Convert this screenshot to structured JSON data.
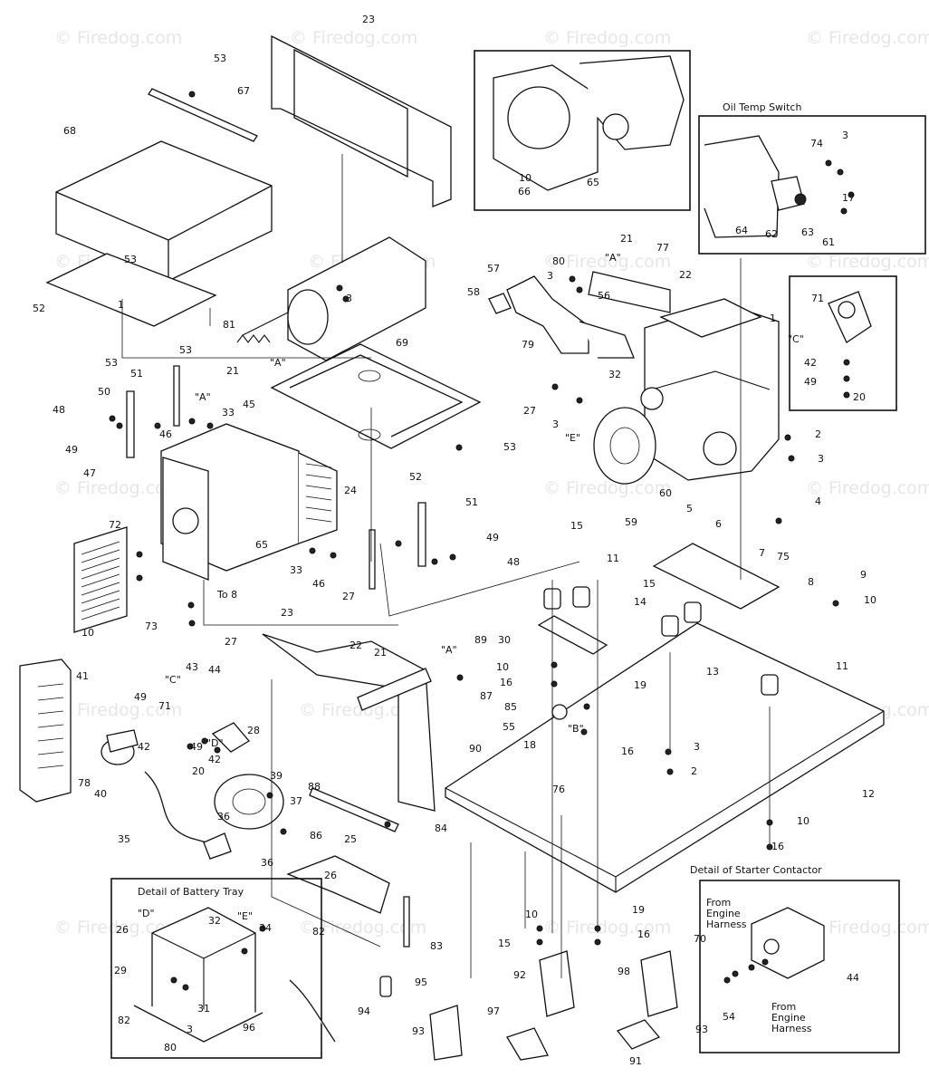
{
  "watermark": "© Firedog.com",
  "captions": {
    "oil_temp_switch": "Oil Temp Switch",
    "battery_tray": "Detail of Battery Tray",
    "starter_contactor": "Detail of Starter Contactor",
    "from_engine_harness_top": "From\nEngine\nHarness",
    "from_engine_harness_bottom": "From\nEngine\nHarness",
    "to_8": "To 8"
  },
  "callouts": [
    "1",
    "2",
    "3",
    "4",
    "5",
    "6",
    "7",
    "8",
    "9",
    "10",
    "11",
    "12",
    "13",
    "14",
    "15",
    "16",
    "17",
    "18",
    "19",
    "20",
    "21",
    "22",
    "23",
    "24",
    "25",
    "26",
    "27",
    "28",
    "29",
    "30",
    "31",
    "32",
    "33",
    "34",
    "35",
    "36",
    "37",
    "39",
    "40",
    "41",
    "42",
    "43",
    "44",
    "45",
    "46",
    "47",
    "48",
    "49",
    "50",
    "51",
    "52",
    "53",
    "54",
    "55",
    "56",
    "57",
    "58",
    "59",
    "60",
    "61",
    "62",
    "63",
    "64",
    "65",
    "66",
    "67",
    "68",
    "69",
    "70",
    "71",
    "72",
    "73",
    "74",
    "75",
    "76",
    "77",
    "78",
    "79",
    "80",
    "81",
    "82",
    "83",
    "84",
    "85",
    "86",
    "87",
    "88",
    "89",
    "90",
    "91",
    "92",
    "93",
    "94",
    "95",
    "96",
    "97",
    "98"
  ],
  "letter_tags": [
    "\"A\"",
    "\"B\"",
    "\"C\"",
    "\"D\"",
    "\"E\""
  ]
}
